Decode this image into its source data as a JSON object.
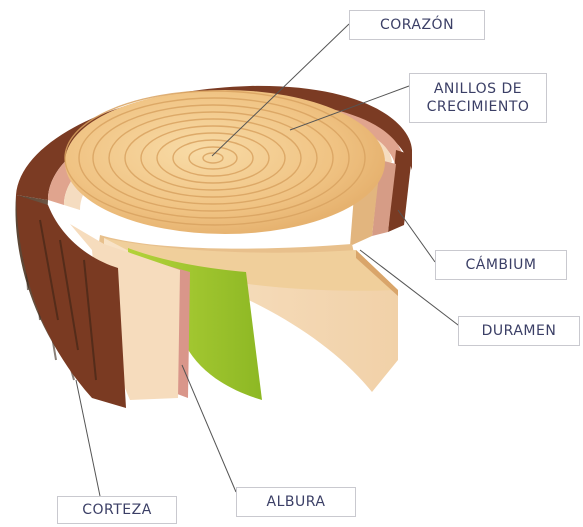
{
  "labels": {
    "corazon": "CORAZÓN",
    "anillos_line1": "ANILLOS DE",
    "anillos_line2": "CRECIMIENTO",
    "cambium": "CÁMBIUM",
    "duramen": "DURAMEN",
    "corteza": "CORTEZA",
    "albura": "ALBURA"
  },
  "colors": {
    "label_text": "#3b3f66",
    "label_border": "#c9c9cf",
    "bark": "#6b3a22",
    "heartwood_face": "#f2c98c",
    "sapwood_green": "#9cc42e",
    "cambium": "#e7a98f",
    "leader_line": "#555555"
  }
}
